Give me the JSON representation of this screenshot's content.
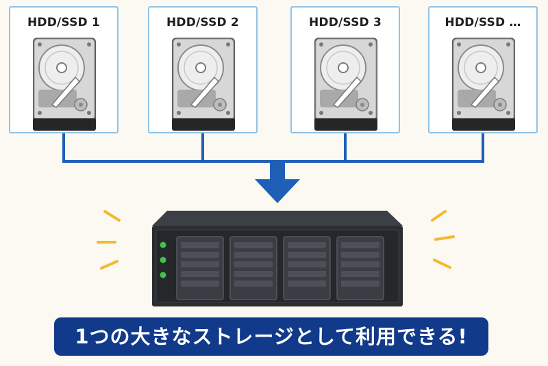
{
  "drives": [
    {
      "label": "HDD/SSD 1"
    },
    {
      "label": "HDD/SSD 2"
    },
    {
      "label": "HDD/SSD 3"
    },
    {
      "label": "HDD/SSD …"
    }
  ],
  "banner": {
    "text": "1つの大きなストレージとして利用できる!"
  },
  "colors": {
    "connector": "#1f5fb8",
    "card_border": "#8ec3e6",
    "banner_bg": "#123a8a",
    "sparkle": "#f5b82e",
    "led": "#3fc24a"
  },
  "icons": {
    "drive": "hard-disk-icon",
    "arrow": "arrow-down-icon",
    "device": "nas-server-icon"
  }
}
